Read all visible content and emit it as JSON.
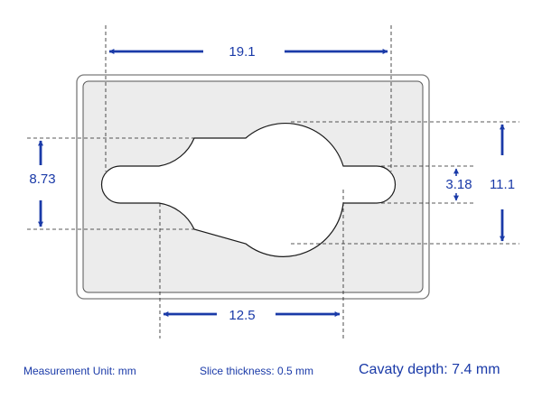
{
  "dimensions": {
    "top_width": "19.1",
    "bottom_width": "12.5",
    "left_height": "8.73",
    "right_inner_height": "3.18",
    "right_outer_height": "11.1"
  },
  "notes": {
    "measurement_unit": "Measurement Unit: mm",
    "slice_thickness": "Slice thickness: 0.5  mm",
    "cavity_depth": "Cavaty depth: 7.4 mm"
  },
  "colors": {
    "dimension": "#1a3aa8",
    "plate_fill": "#ececec",
    "outline": "#1a1a1a"
  }
}
